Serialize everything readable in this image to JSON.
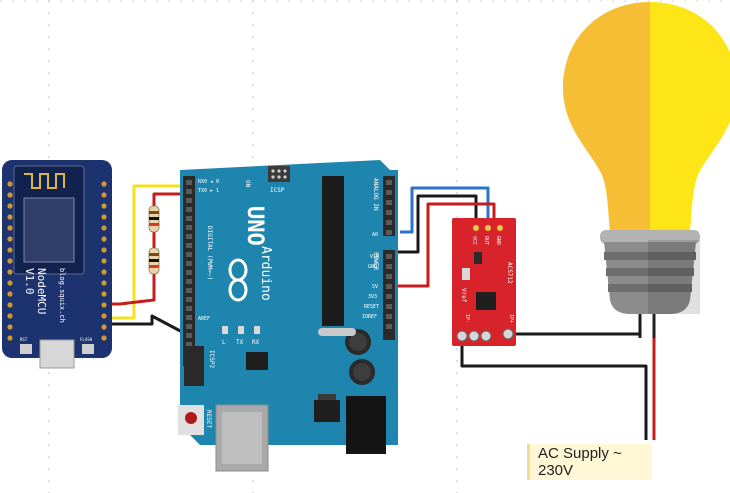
{
  "nodemcu": {
    "name": "NodeMCU",
    "version": "V1.0",
    "site": "blog.squix.ch",
    "rst_label": "RST",
    "flash_label": "FLASH"
  },
  "arduino": {
    "brand": "Arduino",
    "model": "UNO",
    "digital_label": "DIGITAL (PWM=~)",
    "rx_label": "RX0 ◄ 0",
    "tx_label": "TX0 ► 1",
    "on_label": "ON",
    "icsp_label": "ICSP",
    "icsp2_label": "ICSP2",
    "analog_label": "ANALOG IN",
    "power_label": "POWER",
    "reset_label": "RESET",
    "vin_label": "VIN",
    "gnd_label": "GND",
    "v5_label": "5V",
    "v33_label": "3V3",
    "ioref_label": "IOREF",
    "aref_label": "AREF",
    "l_label": "L",
    "tx_led": "TX",
    "rx_led": "RX",
    "a0_label": "A0"
  },
  "sensor": {
    "pin_vcc": "VCC",
    "pin_out": "OUT",
    "pin_gnd": "GND",
    "chip_label": "ACS712",
    "vref_label": "Vref",
    "ip_minus": "IP-",
    "ip_plus": "IP+"
  },
  "supply": {
    "label": "AC Supply ~ 230V"
  },
  "colors": {
    "nodemcu_board": "#1c3370",
    "arduino_board": "#1e86ae",
    "sensor_board": "#d8232a",
    "bulb_left": "#f6be35",
    "bulb_right": "#fde517",
    "bulb_base": "#7c7c7c",
    "wire_red": "#c71c1c",
    "wire_black": "#1a1a1a",
    "wire_yellow": "#f4e21d",
    "wire_blue": "#2a73c9"
  }
}
